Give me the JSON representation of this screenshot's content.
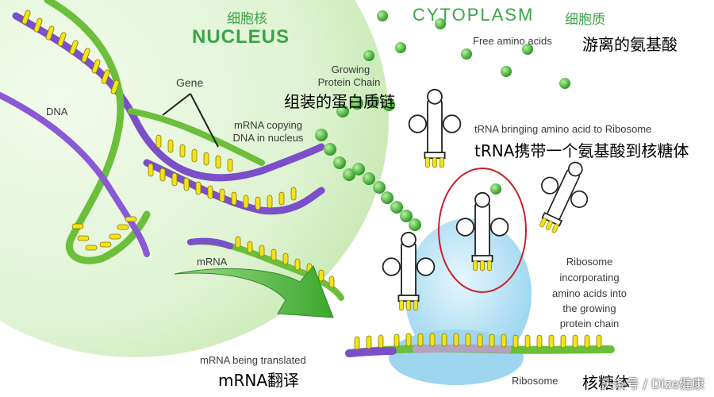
{
  "nucleus": {
    "title_zh": "细胞核",
    "title_en": "NUCLEUS"
  },
  "cytoplasm": {
    "title_en": "CYTOPLASM",
    "title_zh": "细胞质"
  },
  "labels": {
    "dna": "DNA",
    "gene": "Gene",
    "mrna_copying_1": "mRNA copying",
    "mrna_copying_2": "DNA in nucleus",
    "growing_1": "Growing",
    "growing_2": "Protein Chain",
    "growing_zh": "组装的蛋白质链",
    "free_amino": "Free amino acids",
    "free_amino_zh": "游离的氨基酸",
    "trna_bringing": "tRNA bringing amino acid to Ribosome",
    "trna_bringing_zh": "tRNA携带一个氨基酸到核糖体",
    "mrna": "mRNA",
    "ribosome_inc_1": "Ribosome",
    "ribosome_inc_2": "incorporating",
    "ribosome_inc_3": "amino acids into",
    "ribosome_inc_4": "the growing",
    "ribosome_inc_5": "protein chain",
    "mrna_translated": "mRNA being translated",
    "mrna_translated_zh": "mRNA翻译",
    "ribosome": "Ribosome",
    "ribosome_zh": "核糖体"
  },
  "watermark": "头条号 / Dize健康",
  "colors": {
    "nucleus_fill": "#d6f0c6",
    "strand_purple": "#7a4fc9",
    "strand_green": "#6bbf3a",
    "base_yellow": "#f2e21a",
    "amino_green": "#3fb52f",
    "ribosome_blue": "#a8dcf4",
    "highlight_red": "#c8202a",
    "arrow_green": "#48b83a"
  }
}
